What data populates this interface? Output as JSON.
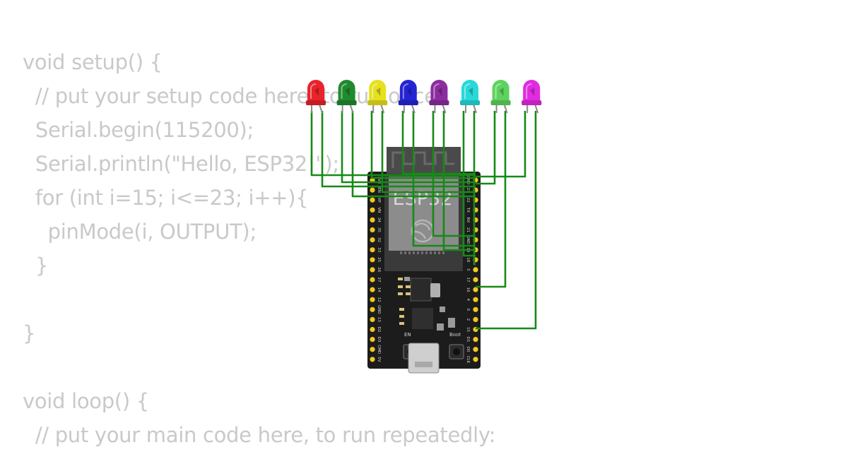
{
  "code": {
    "lines": [
      "void setup() {",
      "  // put your setup code here, to run once:",
      "  Serial.begin(115200);",
      "  Serial.println(\"Hello, ESP32!\");",
      "  for (int i=15; i<=23; i++){",
      "    pinMode(i, OUTPUT);",
      "  }",
      "",
      "}",
      "",
      "void loop() {",
      "  // put your main code here, to run repeatedly:"
    ]
  },
  "board": {
    "module_label": "ESP32",
    "en_label": "EN",
    "boot_label": "Boot",
    "left_pins": [
      "3V3",
      "EN",
      "VP",
      "VN",
      "34",
      "35",
      "32",
      "33",
      "25",
      "26",
      "27",
      "14",
      "12",
      "GND",
      "13",
      "D2",
      "D3",
      "CMD",
      "5V"
    ],
    "right_pins": [
      "GND",
      "23",
      "22",
      "TX",
      "RX",
      "21",
      "GND",
      "19",
      "18",
      "5",
      "17",
      "16",
      "4",
      "0",
      "2",
      "15",
      "D1",
      "D0",
      "CLK"
    ]
  },
  "leds": [
    {
      "name": "red",
      "color": "#e8232b"
    },
    {
      "name": "green",
      "color": "#1f8a2e"
    },
    {
      "name": "yellow",
      "color": "#e6e01e"
    },
    {
      "name": "blue",
      "color": "#2424d4"
    },
    {
      "name": "purple",
      "color": "#8b2d9e"
    },
    {
      "name": "cyan",
      "color": "#27d9d9"
    },
    {
      "name": "light-green",
      "color": "#5dd35d"
    },
    {
      "name": "magenta",
      "color": "#e02be0"
    }
  ],
  "wire_color": "#168a16"
}
